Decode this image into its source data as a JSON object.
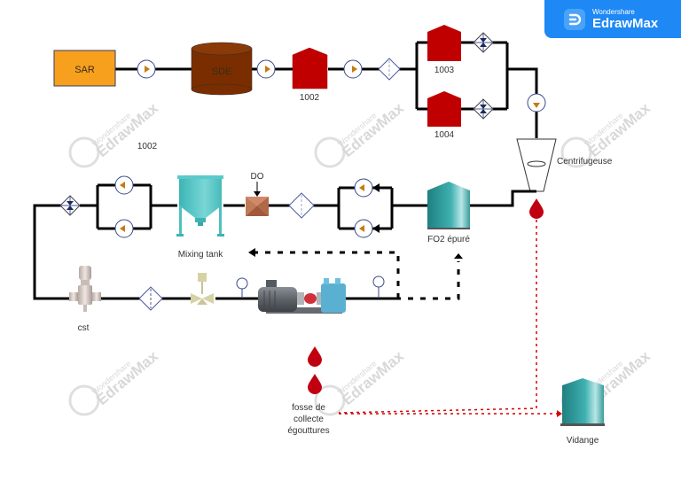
{
  "diagram": {
    "title": "Fuel oil treatment process flow",
    "nodes": {
      "sar": {
        "label": "SAR",
        "type": "rectangle",
        "color": "#f7a01e"
      },
      "sde": {
        "label": "SDE",
        "type": "cylinder-tank",
        "color": "#7a2e00"
      },
      "heater_1002": {
        "label": "1002",
        "type": "red-heater",
        "color": "#c00000"
      },
      "heater_1003": {
        "label": "1003",
        "type": "red-heater",
        "color": "#c00000"
      },
      "heater_1004": {
        "label": "1004",
        "type": "red-heater",
        "color": "#c00000"
      },
      "floating_label_1002": {
        "label": "1002"
      },
      "centrifuge": {
        "label": "Centrifugeuse",
        "type": "centrifuge"
      },
      "fo2_tank": {
        "label": "FO2 épuré",
        "type": "teal-silo",
        "color": "#2f9a9a"
      },
      "mixing_tank": {
        "label": "Mixing tank",
        "type": "mixing-tank",
        "color": "#4fc4c4"
      },
      "do_valve": {
        "label": "DO",
        "type": "valve",
        "color": "#c07a58"
      },
      "cst": {
        "label": "cst",
        "type": "viscosimeter"
      },
      "motor_pump": {
        "label": "",
        "type": "motor-pump"
      },
      "drip_collection": {
        "label_lines": [
          "fosse de",
          "collecte",
          "égouttures"
        ],
        "type": "drip-tray"
      },
      "drain_tank": {
        "label": "Vidange",
        "type": "teal-silo",
        "color": "#2f9a9a"
      }
    },
    "colors": {
      "pipe": "#000000",
      "drain_line": "#d40000",
      "pump_outline": "#3a4a8a",
      "pump_arrow": "#c77a10",
      "filter_outline": "#4a5aa0"
    }
  },
  "watermark": {
    "brand_small": "Wondershare",
    "brand_big": "EdrawMax"
  },
  "badge": {
    "small": "Wondershare",
    "big": "EdrawMax",
    "color": "#1e88f5"
  }
}
